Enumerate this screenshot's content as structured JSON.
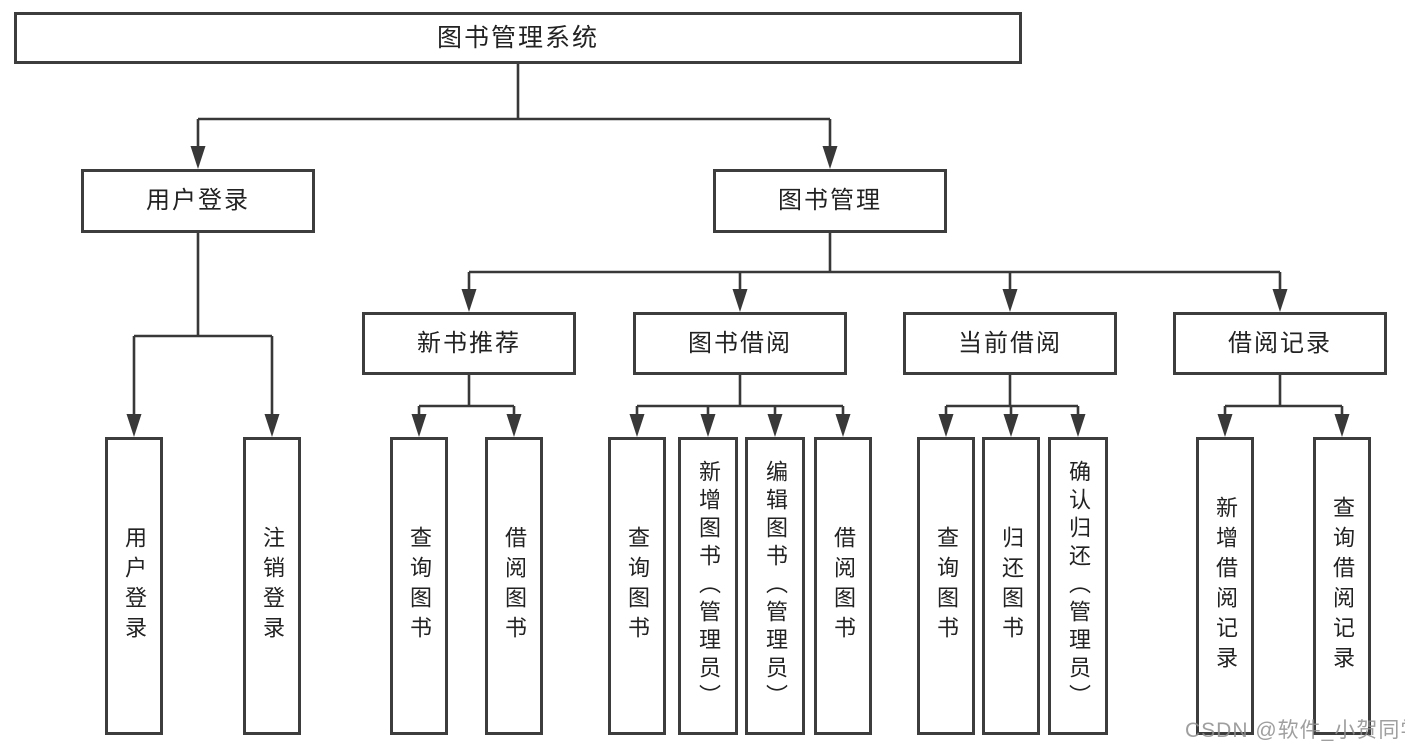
{
  "diagram": {
    "root": {
      "label": "图书管理系统"
    },
    "branches": [
      {
        "label": "用户登录",
        "leaves": [
          {
            "label": "用户登录"
          },
          {
            "label": "注销登录"
          }
        ]
      },
      {
        "label": "图书管理",
        "sections": [
          {
            "label": "新书推荐",
            "leaves": [
              {
                "label": "查询图书"
              },
              {
                "label": "借阅图书"
              }
            ]
          },
          {
            "label": "图书借阅",
            "leaves": [
              {
                "label": "查询图书"
              },
              {
                "label": "新增图书（管理员）"
              },
              {
                "label": "编辑图书（管理员）"
              },
              {
                "label": "借阅图书"
              }
            ]
          },
          {
            "label": "当前借阅",
            "leaves": [
              {
                "label": "查询图书"
              },
              {
                "label": "归还图书"
              },
              {
                "label": "确认归还（管理员）"
              }
            ]
          },
          {
            "label": "借阅记录",
            "leaves": [
              {
                "label": "新增借阅记录"
              },
              {
                "label": "查询借阅记录"
              }
            ]
          }
        ]
      }
    ]
  },
  "watermark": {
    "text": "CSDN @软件_小贺同学"
  },
  "colors": {
    "line": "#383838",
    "box_border": "#3d3d3d",
    "box_bg": "#ffffff",
    "text": "#222222",
    "watermark": "#8f8f8f"
  }
}
